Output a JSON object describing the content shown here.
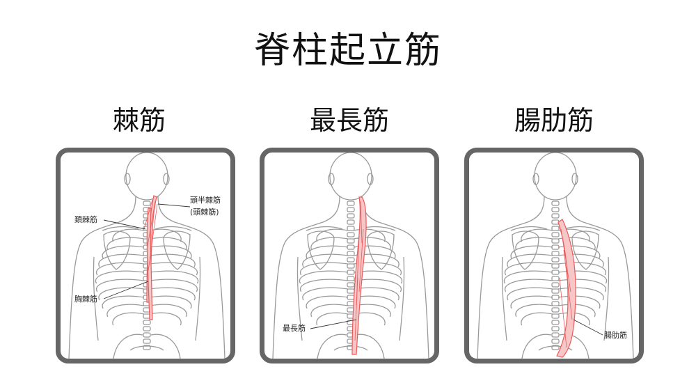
{
  "title": "脊柱起立筋",
  "panels": [
    {
      "title": "棘筋",
      "labels": [
        "頭半棘筋",
        "(頭棘筋)",
        "頚棘筋",
        "胸棘筋"
      ]
    },
    {
      "title": "最長筋",
      "labels": [
        "最長筋"
      ]
    },
    {
      "title": "腸肋筋",
      "labels": [
        "腸肋筋"
      ]
    }
  ],
  "colors": {
    "frame": "#666666",
    "body_outline": "#9a9a9a",
    "muscle": "#ec5a5a",
    "muscle_fill": "#f7c7c7"
  }
}
